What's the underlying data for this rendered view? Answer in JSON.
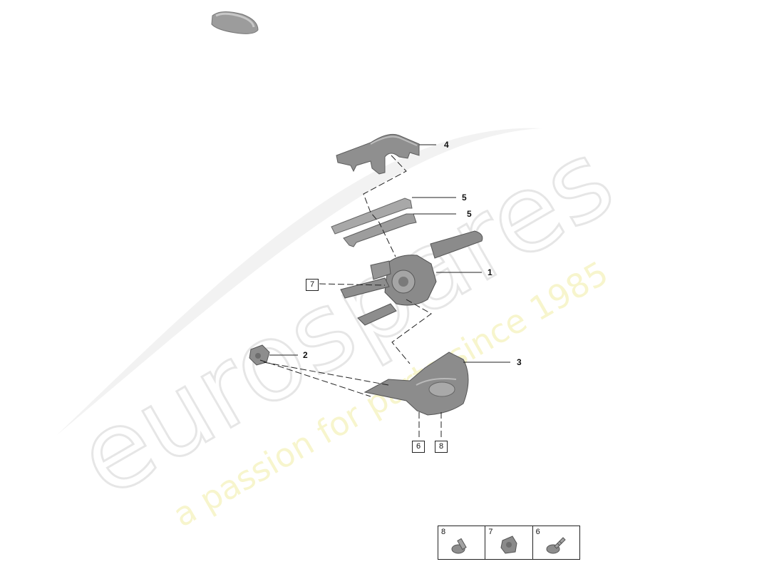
{
  "callouts": [
    {
      "id": "4",
      "label": "4"
    },
    {
      "id": "5a",
      "label": "5"
    },
    {
      "id": "5b",
      "label": "5"
    },
    {
      "id": "1",
      "label": "1"
    },
    {
      "id": "7",
      "label": "7"
    },
    {
      "id": "2",
      "label": "2"
    },
    {
      "id": "3",
      "label": "3"
    },
    {
      "id": "6",
      "label": "6"
    },
    {
      "id": "8",
      "label": "8"
    }
  ],
  "legend": [
    {
      "number": "8",
      "icon": "bolt-icon"
    },
    {
      "number": "7",
      "icon": "clip-icon"
    },
    {
      "number": "6",
      "icon": "screw-icon"
    }
  ],
  "watermark": {
    "brand": "eurospares",
    "tagline": "a passion for parts since 1985"
  }
}
